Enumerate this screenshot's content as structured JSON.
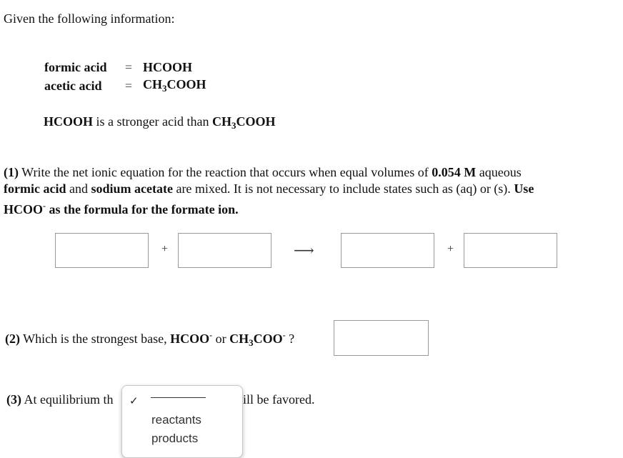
{
  "intro": "Given the following information:",
  "definitions": [
    {
      "name": "formic acid",
      "eq": "=",
      "formula_main": "HCOOH"
    },
    {
      "name": "acetic acid",
      "eq": "=",
      "formula_a": "CH",
      "formula_sub": "3",
      "formula_b": "COOH"
    }
  ],
  "statement": {
    "acid1": "HCOOH",
    "text": " is a stronger acid than ",
    "acid2_a": "CH",
    "acid2_sub": "3",
    "acid2_b": "COOH"
  },
  "q1": {
    "num": "(1)",
    "l1_a": " Write the net ionic equation for the reaction that occurs when equal volumes of ",
    "l1_conc": "0.054 M",
    "l1_b": " aqueous",
    "l2_a": "formic acid",
    "l2_b": " and ",
    "l2_c": "sodium acetate",
    "l2_d": " are mixed. It is not necessary to include states such as (aq) or (s). ",
    "l2_e": "Use",
    "l3": "HCOO",
    "l3_sup": "-",
    "l3_b": " as the formula for the formate ion."
  },
  "equation": {
    "plus": "+",
    "arrow": "⟶"
  },
  "q2": {
    "num": "(2)",
    "text": " Which is the strongest base, ",
    "base1": "HCOO",
    "sup1": "-",
    "or": " or ",
    "base2_a": "CH",
    "base2_sub": "3",
    "base2_b": "COO",
    "sup2": "-",
    "end": " ?"
  },
  "q3": {
    "text_left": "(3)",
    "text_mid": " At equilibrium th",
    "text_right": "ill be favored.",
    "check": "✓"
  },
  "dropdown": {
    "options": [
      "reactants",
      "products"
    ]
  }
}
